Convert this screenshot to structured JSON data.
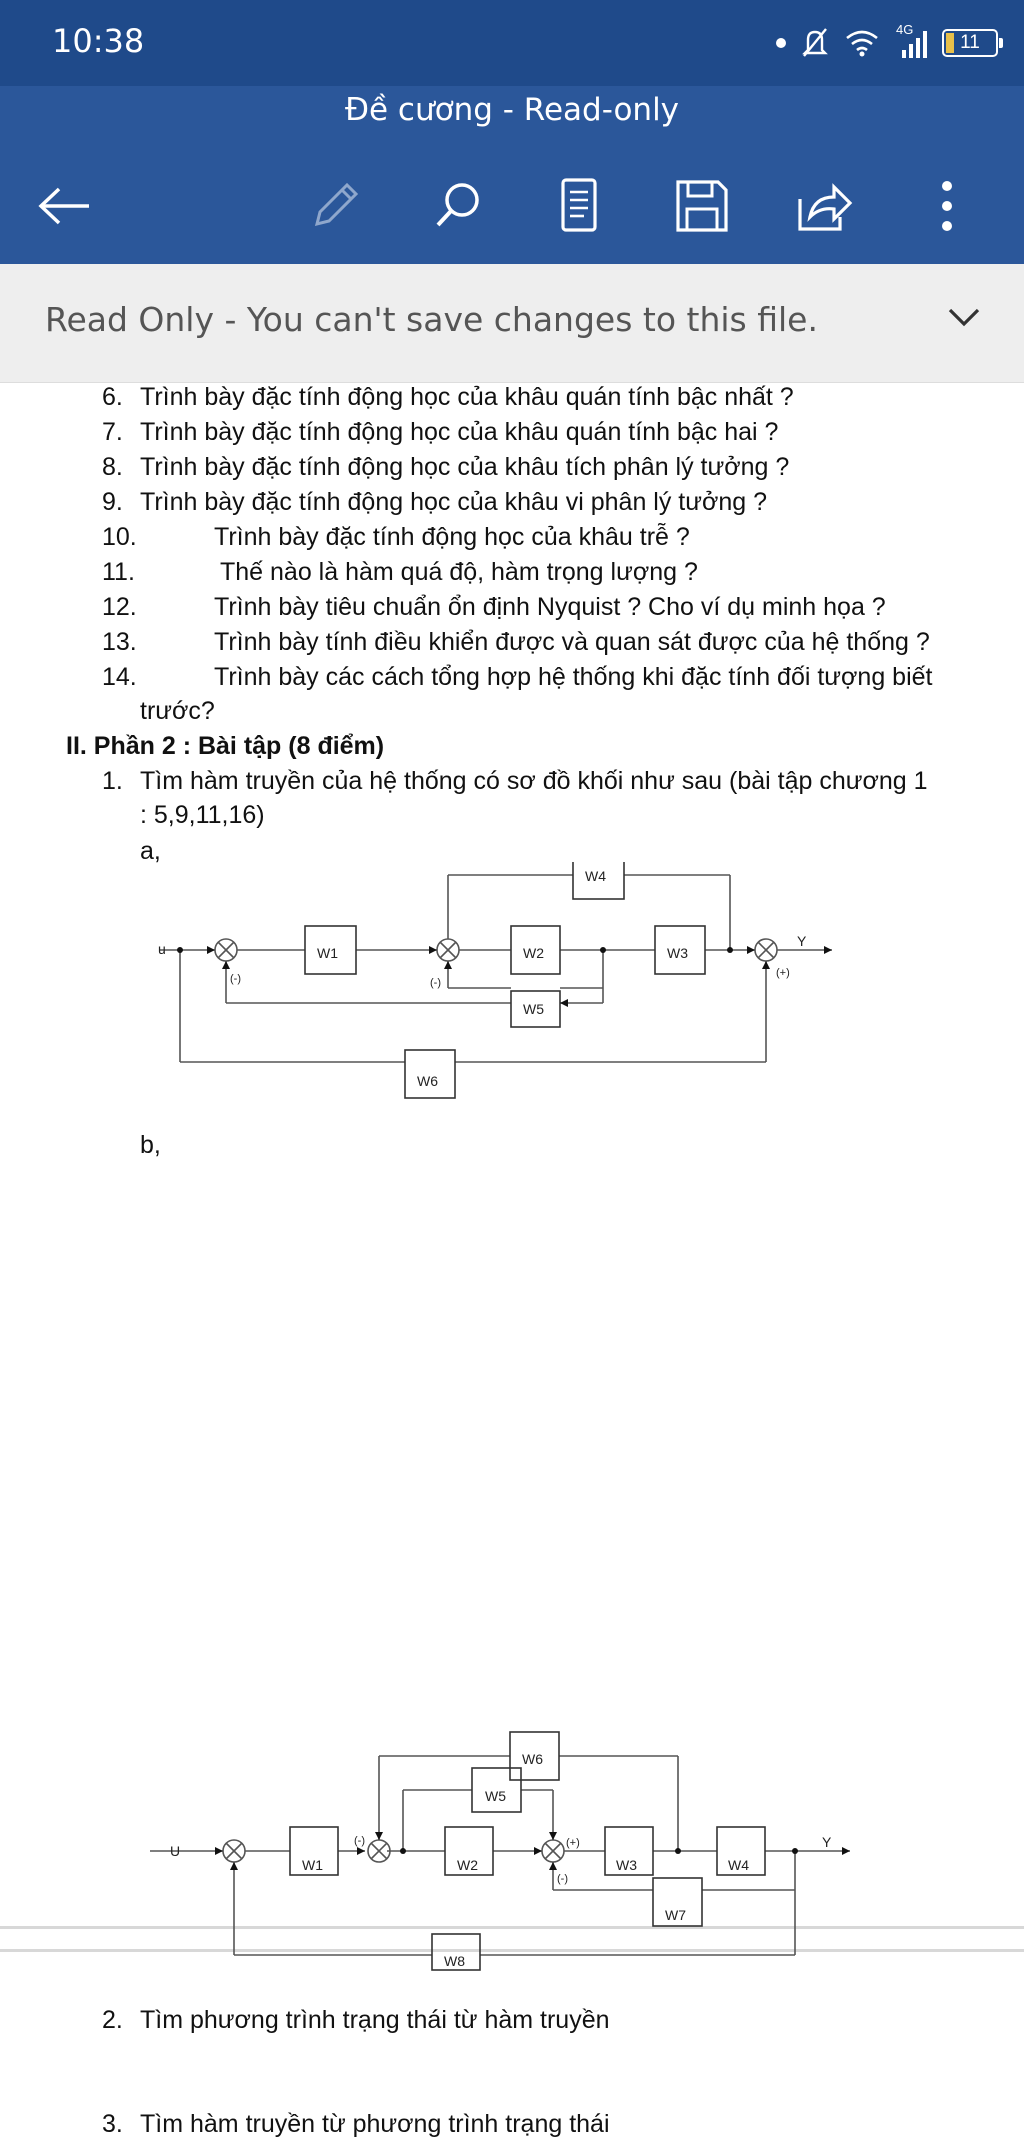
{
  "status": {
    "time": "10:38",
    "network": "4G",
    "battery": "11"
  },
  "toolbar": {
    "title": "Đề cương - Read-only"
  },
  "banner": {
    "text": "Read Only - You can't save changes to this file."
  },
  "questions": [
    {
      "num": "6.",
      "text": "Trình bày đặc tính động học của khâu quán tính bậc nhất ?"
    },
    {
      "num": "7.",
      "text": "Trình bày đặc tính động học của khâu quán tính bậc hai ?"
    },
    {
      "num": "8.",
      "text": "Trình bày đặc tính động học của khâu tích phân lý tưởng ?"
    },
    {
      "num": "9.",
      "text": "Trình bày đặc tính động học của khâu vi phân lý tưởng ?"
    },
    {
      "num": "10.",
      "text": "Trình bày đặc tính động học của khâu trễ ?"
    },
    {
      "num": "11.",
      "text": "Thế nào là hàm quá độ, hàm trọng lượng ?"
    },
    {
      "num": "12.",
      "text": "Trình bày tiêu chuẩn ổn định Nyquist ? Cho ví dụ minh họa ?"
    },
    {
      "num": "13.",
      "text": "Trình bày tính điều khiển được và quan sát được của hệ thống ?"
    },
    {
      "num": "14.",
      "text": "Trình bày các cách tổng hợp hệ thống khi đặc tính đối tượng biết",
      "cont": "trước?"
    }
  ],
  "section2": {
    "heading": "II. Phần 2 : Bài tập (8 điểm)"
  },
  "exercises": [
    {
      "num": "1.",
      "line1": "Tìm hàm truyền của hệ thống có sơ đồ khối như sau (bài tập chương 1",
      "line2": ": 5,9,11,16)"
    },
    {
      "num": "2.",
      "text": "Tìm phương trình trạng thái từ hàm truyền"
    },
    {
      "num": "3.",
      "text": "Tìm hàm truyền từ phương trình trạng thái"
    }
  ],
  "labels": {
    "a": "a,",
    "b": "b,"
  },
  "diagram_a": {
    "input": "u",
    "output": "Y",
    "blocks": [
      "W1",
      "W2",
      "W3",
      "W4",
      "W5",
      "W6"
    ],
    "signs": [
      "(-)",
      "(-)",
      "(+)"
    ]
  },
  "diagram_b": {
    "input": "U",
    "output": "Y",
    "blocks": [
      "W1",
      "W2",
      "W3",
      "W4",
      "W5",
      "W6",
      "W7",
      "W8"
    ],
    "signs": [
      "(-)",
      "(+)",
      "(-)"
    ]
  }
}
